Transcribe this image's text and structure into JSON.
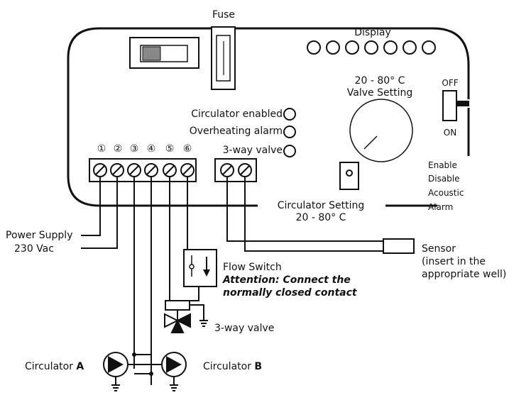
{
  "labels": {
    "fuse": "Fuse",
    "display": "Display",
    "valve_setting_range": "20 - 80° C",
    "valve_setting": "Valve Setting",
    "off": "OFF",
    "on": "ON",
    "circulator_enabled": "Circulator enabled",
    "overheating_alarm": "Overheating alarm",
    "three_way_valve_led": "3-way valve",
    "terminal_numbers": [
      "①",
      "②",
      "③",
      "④",
      "⑤",
      "⑥"
    ],
    "enable": "Enable",
    "disable": "Disable",
    "acoustic": "Acoustic",
    "alarm": "Alarm",
    "circulator_setting": "Circulator Setting",
    "circulator_setting_range": "20 - 80° C",
    "power_supply": "Power Supply",
    "power_voltage": "230 Vac",
    "sensor": "Sensor",
    "sensor_note_1": "(insert in the",
    "sensor_note_2": "appropriate well)",
    "flow_switch": "Flow Switch",
    "attention_1": "Attention: Connect the",
    "attention_2": "normally closed contact",
    "three_way_valve": "3-way valve",
    "circulator_a_prefix": "Circulator ",
    "circulator_a_letter": "A",
    "circulator_b_prefix": "Circulator ",
    "circulator_b_letter": "B"
  }
}
